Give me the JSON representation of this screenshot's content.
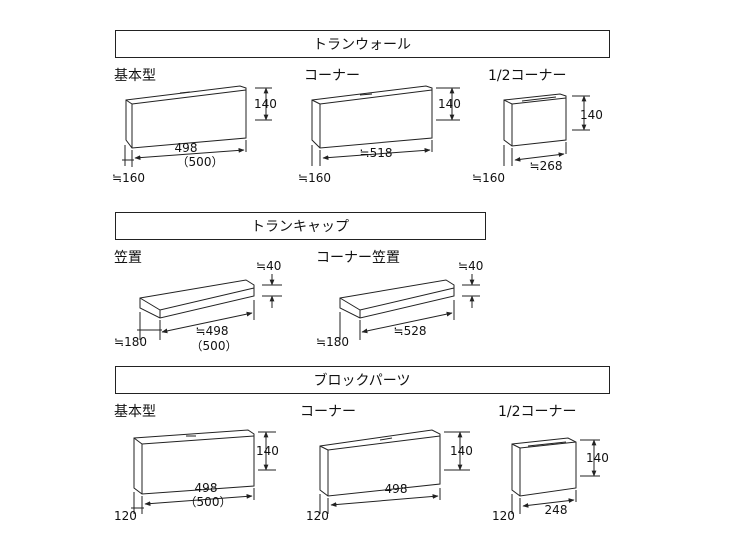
{
  "sections": [
    {
      "title": "トランウォール",
      "items": [
        {
          "label": "基本型",
          "height": "140",
          "length": "498",
          "length_alt": "（500）",
          "depth": "≒160"
        },
        {
          "label": "コーナー",
          "height": "140",
          "length": "≒518",
          "depth": "≒160"
        },
        {
          "label": "1/2コーナー",
          "height": "140",
          "length": "≒268",
          "depth": "≒160"
        }
      ]
    },
    {
      "title": "トランキャップ",
      "items": [
        {
          "label": "笠置",
          "height": "≒40",
          "length": "≒498",
          "length_alt": "（500）",
          "depth": "≒180"
        },
        {
          "label": "コーナー笠置",
          "height": "≒40",
          "length": "≒528",
          "depth": "≒180"
        }
      ]
    },
    {
      "title": "ブロックパーツ",
      "items": [
        {
          "label": "基本型",
          "height": "140",
          "length": "498",
          "length_alt": "（500）",
          "depth": "120"
        },
        {
          "label": "コーナー",
          "height": "140",
          "length": "498",
          "depth": "120"
        },
        {
          "label": "1/2コーナー",
          "height": "140",
          "length": "248",
          "depth": "120"
        }
      ]
    }
  ]
}
